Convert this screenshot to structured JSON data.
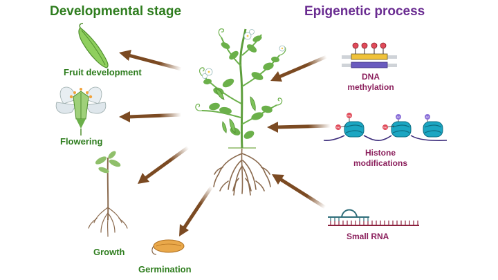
{
  "headings": {
    "developmental": "Developmental stage",
    "epigenetic": "Epigenetic process"
  },
  "developmental_stages": {
    "fruit": "Fruit development",
    "flowering": "Flowering",
    "growth": "Growth",
    "germination": "Germination"
  },
  "epigenetic_processes": {
    "dna_line1": "DNA",
    "dna_line2": "methylation",
    "histone_line1": "Histone",
    "histone_line2": "modifications",
    "small_rna": "Small RNA"
  },
  "histone_marks": {
    "me": "Me",
    "ac": "Ac"
  },
  "icons": [
    "pea-plant-icon",
    "pea-pod-icon",
    "flower-icon",
    "seedling-icon",
    "seed-icon",
    "dna-methylation-icon",
    "nucleosome-icon",
    "small-rna-icon"
  ],
  "colors": {
    "developmental_text": "#2e7d1e",
    "epigenetic_heading": "#6a2c91",
    "epigenetic_text": "#8b1f5c",
    "arrow": "#7b4a22",
    "plant_green": "#6bb04a",
    "root_brown": "#8a6a4e",
    "histone_teal": "#1ba6c2",
    "dna_line": "#3a2a7a"
  }
}
